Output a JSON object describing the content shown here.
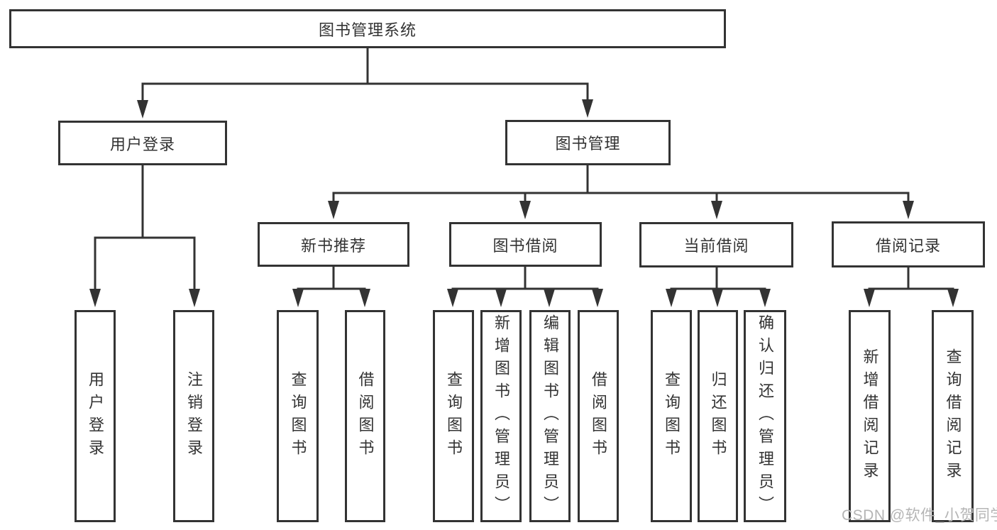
{
  "diagram": {
    "root": {
      "label": "图书管理系统"
    },
    "level2": [
      {
        "label": "用户登录"
      },
      {
        "label": "图书管理"
      }
    ],
    "level3": [
      {
        "label": "新书推荐"
      },
      {
        "label": "图书借阅"
      },
      {
        "label": "当前借阅"
      },
      {
        "label": "借阅记录"
      }
    ],
    "leaves": [
      {
        "label": "用户登录"
      },
      {
        "label": "注销登录"
      },
      {
        "label": "查询图书"
      },
      {
        "label": "借阅图书"
      },
      {
        "label": "查询图书"
      },
      {
        "label": "新增图书（管理员）"
      },
      {
        "label": "编辑图书（管理员）"
      },
      {
        "label": "借阅图书"
      },
      {
        "label": "查询图书"
      },
      {
        "label": "归还图书"
      },
      {
        "label": "确认归还（管理员）"
      },
      {
        "label": "新增借阅记录"
      },
      {
        "label": "查询借阅记录"
      }
    ]
  },
  "watermark": {
    "text": "CSDN @软件_小贺同学"
  },
  "colors": {
    "line": "#333333",
    "text": "#333333",
    "box_background": "#ffffff",
    "watermark": "#b5b5b5",
    "page_background": "#ffffff"
  }
}
